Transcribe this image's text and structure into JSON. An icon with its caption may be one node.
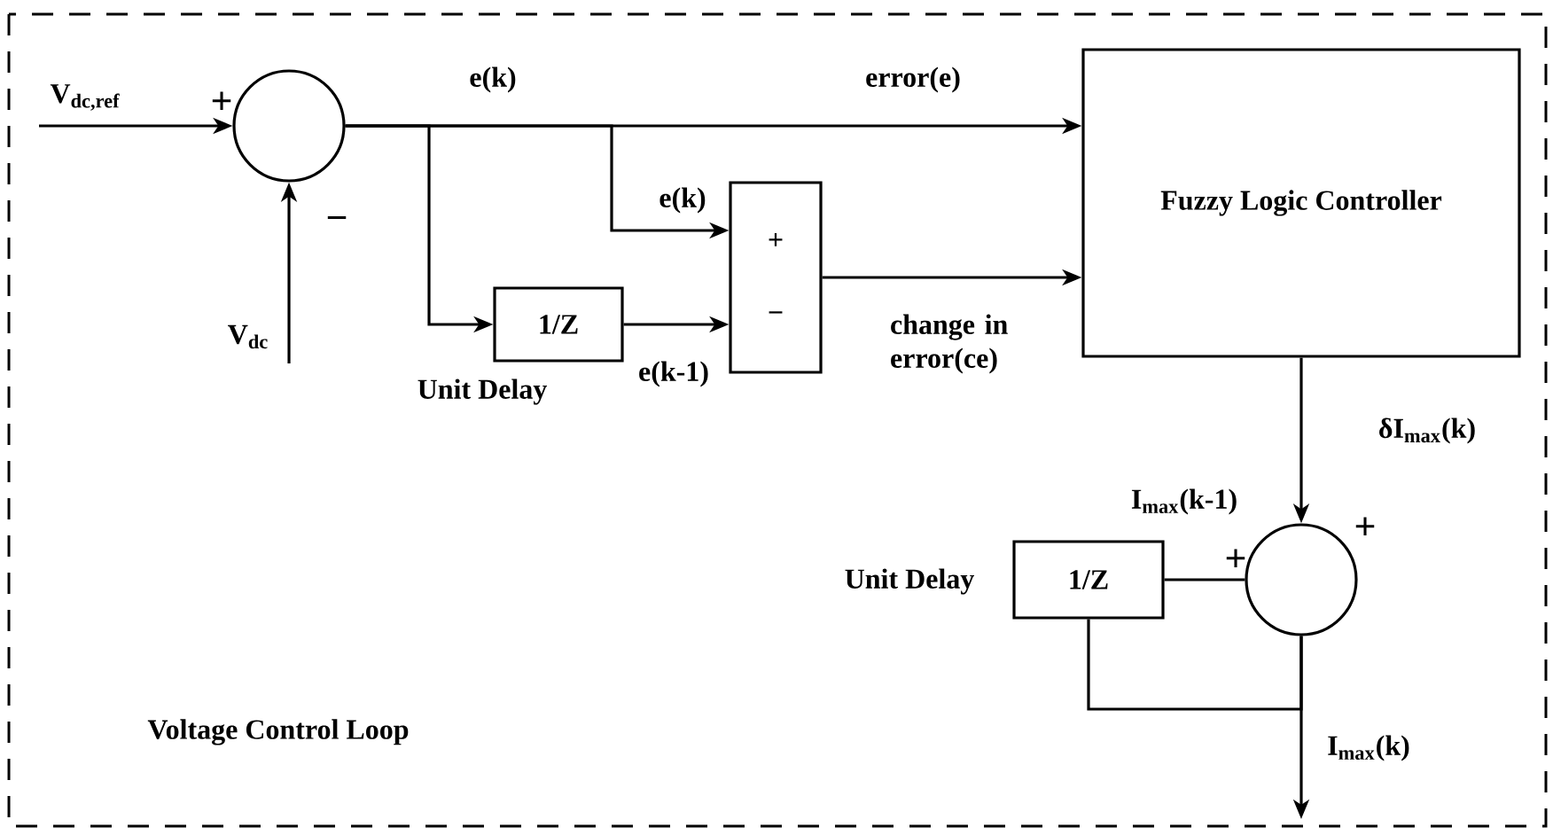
{
  "diagram": {
    "nodes": [
      {
        "text": [],
        "shape": "circle"
      },
      {
        "text": [
          "+",
          "−"
        ]
      },
      {
        "text": [
          "1/Z"
        ],
        "beside": [
          "Unit Delay"
        ]
      },
      {
        "text": [
          "Fuzzy Logic Controller"
        ]
      },
      {
        "text": [],
        "shape": "circle"
      },
      {
        "text": [
          "1/Z"
        ],
        "beside": [
          "Unit Delay"
        ]
      }
    ],
    "edges": [
      {
        "from": null,
        "to": 0,
        "arrow": "to",
        "label": "V$_{dc,ref}$"
      },
      {
        "from": null,
        "to": 0,
        "arrow": "to",
        "label": "V$_{dc}$"
      },
      {
        "from": 0,
        "to": 3,
        "arrow": "to",
        "label": "error(e)"
      },
      {
        "from": 0,
        "to": 1,
        "arrow": "to",
        "label": "e(k)"
      },
      {
        "from": 0,
        "to": 2,
        "arrow": "to"
      },
      {
        "from": 2,
        "to": 1,
        "arrow": "to",
        "label": "e(k-1)"
      },
      {
        "from": 1,
        "to": 3,
        "arrow": "to",
        "label": "change in error(ce)"
      },
      {
        "from": 3,
        "to": 4,
        "arrow": "to",
        "label": "δI$_{max}$(k)"
      },
      {
        "from": 4,
        "to": null,
        "arrow": "to",
        "label": "I$_{max}$(k)"
      },
      {
        "from": 5,
        "to": 4,
        "arrow": "none"
      },
      {
        "from": 4,
        "to": 5,
        "arrow": "none"
      }
    ],
    "labels": [
      "e(k)",
      "+",
      "−",
      "I$_{max}$(k-1)",
      "+",
      "+",
      "Voltage Control Loop"
    ]
  }
}
